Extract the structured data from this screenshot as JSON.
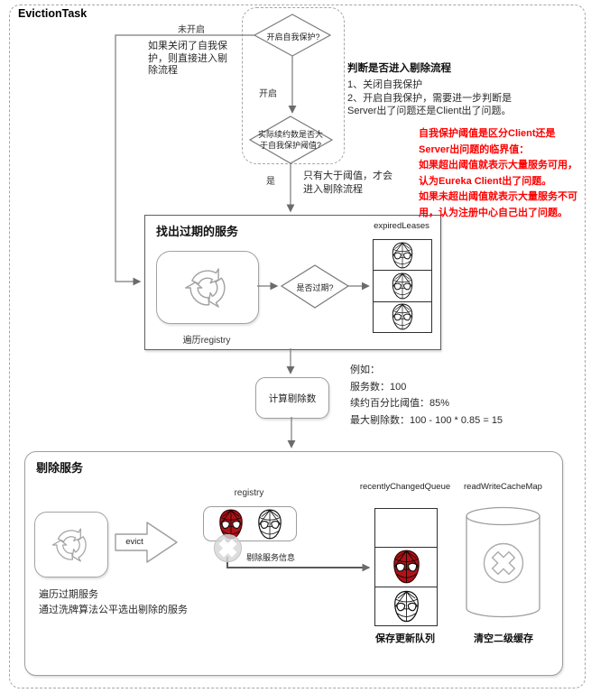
{
  "title": "EvictionTask",
  "colors": {
    "red_note": "#ff0000",
    "spider_red": "#b01217",
    "line": "#7a7a7a"
  },
  "icons": {
    "loop": "loop-cycle-icon",
    "spider_bw": "spiderman-mask-icon",
    "spider_red": "spiderman-mask-red-icon",
    "remove": "x-circle-icon",
    "cache": "database-cylinder-icon",
    "evict": "block-arrow-right-icon"
  },
  "decision": {
    "self_protect": "开启自我保护?",
    "renew_threshold": "实际续约数是否大\n于自我保护阈值?",
    "expired": "是否过期?"
  },
  "edges": {
    "not_enabled": "未开启",
    "enabled": "开启",
    "yes": "是"
  },
  "notes": {
    "closed_note": "如果关闭了自我保护，则直接进入剔除流程",
    "threshold_note": "只有大于阈值，才会\n进入剔除流程",
    "judge_title": "判断是否进入剔除流程",
    "judge_body": "1、关闭自我保护\n2、开启自我保护，需要进一步判断是\nServer出了问题还是Client出了问题。",
    "red_note": "自我保护阈值是区分Client还是\nServer出问题的临界值：\n如果超出阈值就表示大量服务可用，\n认为Eureka Client出了问题。\n如果未超出阈值就表示大量服务不可\n用，认为注册中心自己出了问题。",
    "example": "例如：\n服务数：100\n续约百分比阈值：85%\n最大剔除数：100 - 100 * 0.85 = 15"
  },
  "find_expired": {
    "title": "找出过期的服务",
    "loop_label": "遍历registry",
    "stack_label": "expiredLeases"
  },
  "calc": {
    "label": "计算剔除数"
  },
  "evict_section": {
    "title": "剔除服务",
    "loop_caption": "遍历过期服务\n通过洗牌算法公平选出剔除的服务",
    "evict_label": "evict",
    "registry_label": "registry",
    "remove_label": "剔除服务信息",
    "queue_label": "recentlyChangedQueue",
    "queue_caption": "保存更新队列",
    "cache_label": "readWriteCacheMap",
    "cache_caption": "清空二级缓存"
  }
}
